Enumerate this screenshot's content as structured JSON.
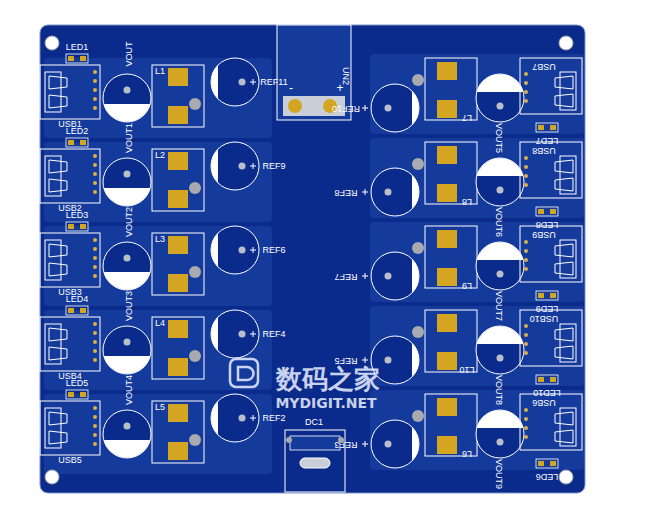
{
  "diagram": {
    "labels": [
      "LED1",
      "USB1",
      "VOUT",
      "L1",
      "REF11",
      "LED2",
      "USB2",
      "VOUT1",
      "L2",
      "REF9",
      "LED3",
      "USB3",
      "VOUT2",
      "L3",
      "REF6",
      "LED4",
      "USB4",
      "VOUT3",
      "L4",
      "REF4",
      "LED5",
      "USB5",
      "VOUT4",
      "L5",
      "REF2",
      "REF10",
      "L7",
      "VOUT5",
      "USB7",
      "LED7",
      "REF8",
      "L8",
      "VOUT6",
      "USB8",
      "LED8",
      "REF7",
      "L9",
      "VOUT7",
      "USB9",
      "LED9",
      "REF5",
      "L10",
      "VOUT8",
      "USB10",
      "LED10",
      "REF3",
      "L6",
      "VOUT9",
      "USB6",
      "LED6",
      "-",
      "+",
      "UN2",
      "DC1",
      "数码之家",
      "MYDIGIT.NET"
    ]
  }
}
